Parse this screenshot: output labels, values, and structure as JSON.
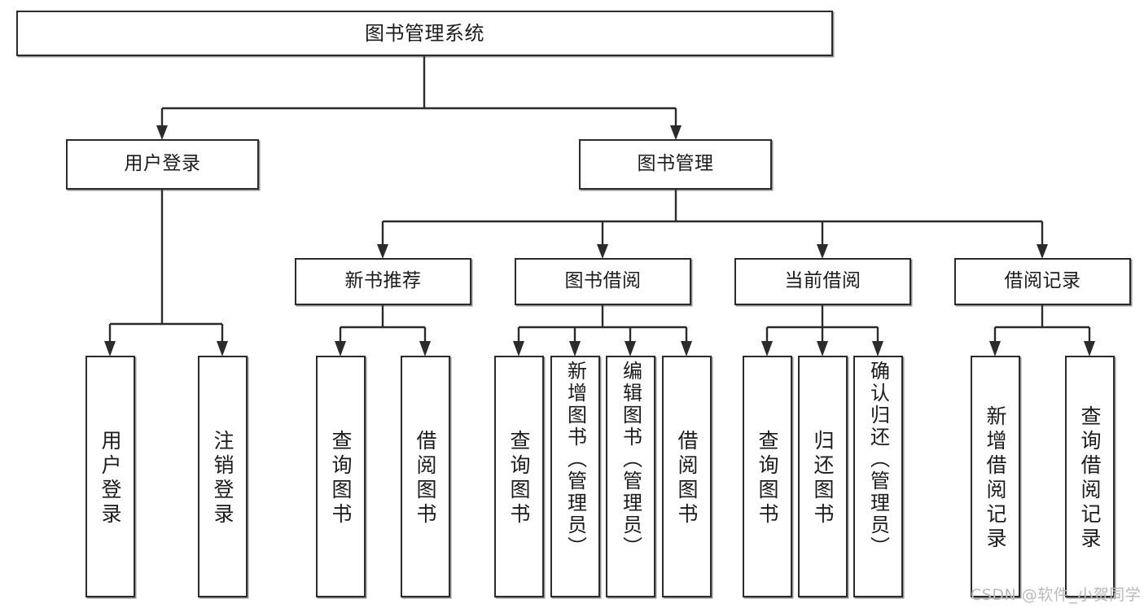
{
  "diagram": {
    "title": "图书管理系统",
    "type": "tree-hierarchy-chart",
    "colors": {
      "box_border": "#2b2b2b",
      "box_fill": "#ffffff",
      "connector": "#2b2b2b",
      "text": "#1b1b1b",
      "watermark": "#b9b9b9",
      "background": "#ffffff"
    },
    "root": {
      "id": "root",
      "label": "图书管理系统"
    },
    "level2": [
      {
        "id": "user-login",
        "label": "用户登录"
      },
      {
        "id": "book-management",
        "label": "图书管理"
      }
    ],
    "level3": [
      {
        "id": "new-book-recommend",
        "label": "新书推荐",
        "parent": "book-management"
      },
      {
        "id": "book-borrow",
        "label": "图书借阅",
        "parent": "book-management"
      },
      {
        "id": "current-borrow",
        "label": "当前借阅",
        "parent": "book-management"
      },
      {
        "id": "borrow-record",
        "label": "借阅记录",
        "parent": "book-management"
      }
    ],
    "leaves": [
      {
        "id": "leaf-user-login",
        "label": "用户登录",
        "parent": "user-login"
      },
      {
        "id": "leaf-logout-login",
        "label": "注销登录",
        "parent": "user-login"
      },
      {
        "id": "leaf-query-book-1",
        "label": "查询图书",
        "parent": "new-book-recommend"
      },
      {
        "id": "leaf-borrow-book-1",
        "label": "借阅图书",
        "parent": "new-book-recommend"
      },
      {
        "id": "leaf-query-book-2",
        "label": "查询图书",
        "parent": "book-borrow"
      },
      {
        "id": "leaf-add-book",
        "label": "新增图书（管理员）",
        "parent": "book-borrow"
      },
      {
        "id": "leaf-edit-book",
        "label": "编辑图书（管理员）",
        "parent": "book-borrow"
      },
      {
        "id": "leaf-borrow-book-2",
        "label": "借阅图书",
        "parent": "book-borrow"
      },
      {
        "id": "leaf-query-book-3",
        "label": "查询图书",
        "parent": "current-borrow"
      },
      {
        "id": "leaf-return-book",
        "label": "归还图书",
        "parent": "current-borrow"
      },
      {
        "id": "leaf-confirm-return",
        "label": "确认归还（管理员）",
        "parent": "current-borrow"
      },
      {
        "id": "leaf-add-record",
        "label": "新增借阅记录",
        "parent": "borrow-record"
      },
      {
        "id": "leaf-query-record",
        "label": "查询借阅记录",
        "parent": "borrow-record"
      }
    ],
    "watermark": "CSDN @软件_小贺同学"
  }
}
